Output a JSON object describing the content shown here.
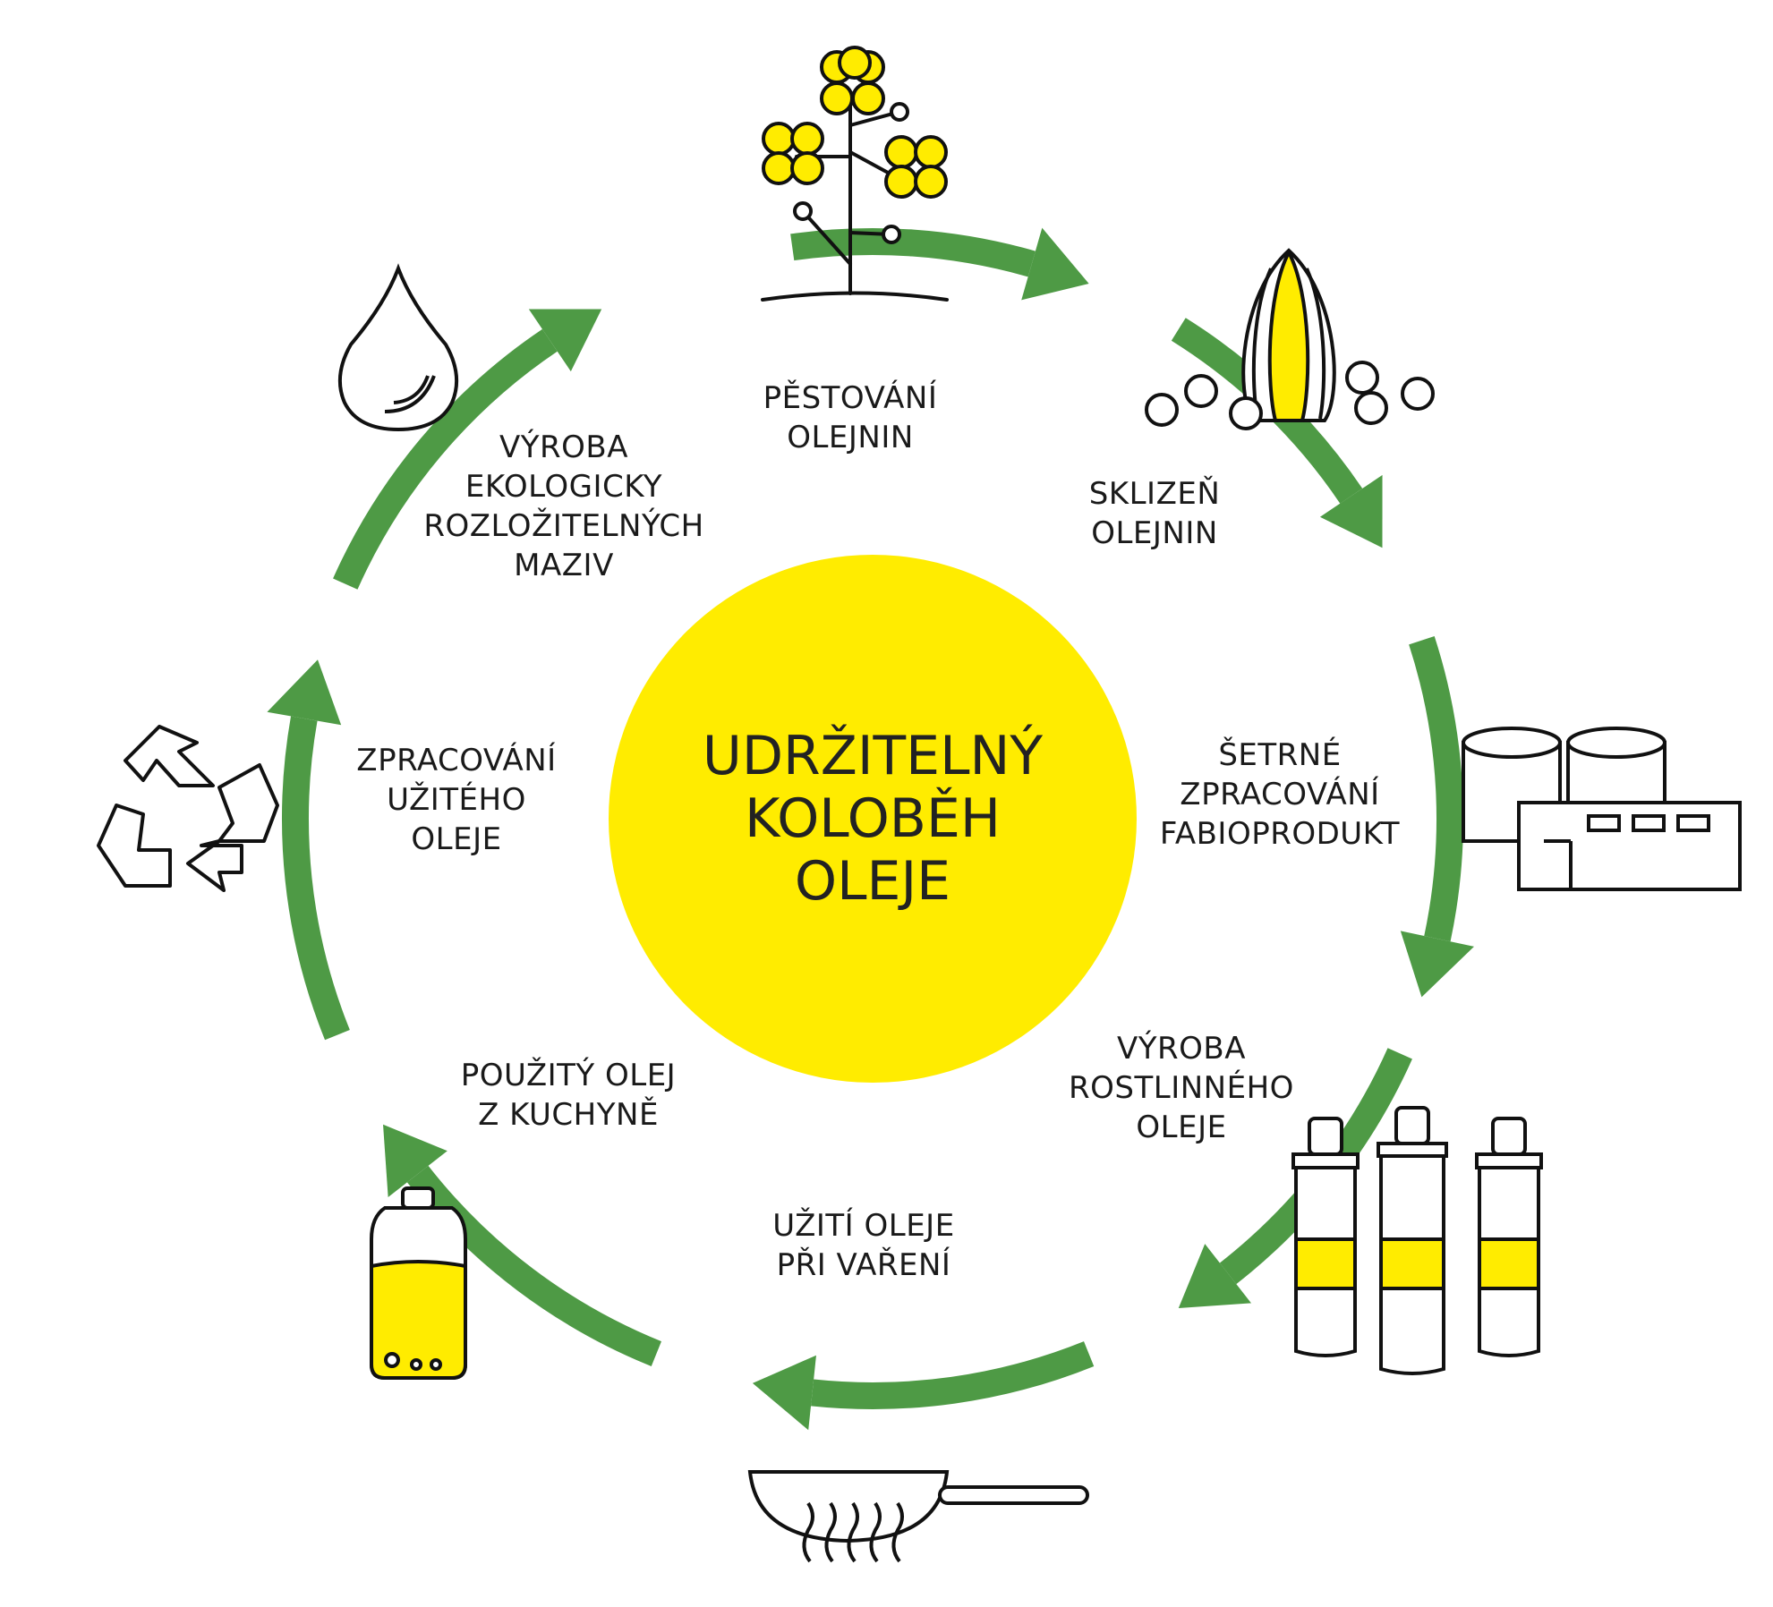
{
  "colors": {
    "arrow": "#4e9a45",
    "center_fill": "#ffec00",
    "icon_fill": "#ffec00",
    "outline": "#111111"
  },
  "center": {
    "lines": [
      "UDRŽITELNÝ",
      "KOLOBĚH",
      "OLEJE"
    ]
  },
  "stages": [
    {
      "id": "pestovani",
      "lines": [
        "PĚSTOVÁNÍ",
        "OLEJNIN"
      ],
      "icon": "rapeseed-plant-icon"
    },
    {
      "id": "sklizen",
      "lines": [
        "SKLIZEŇ",
        "OLEJNIN"
      ],
      "icon": "seed-pod-icon"
    },
    {
      "id": "zpracovani",
      "lines": [
        "ŠETRNÉ",
        "ZPRACOVÁNÍ",
        "FABIOPRODUKT"
      ],
      "icon": "factory-icon"
    },
    {
      "id": "vyroba-oleje",
      "lines": [
        "VÝROBA",
        "ROSTLINNÉHO",
        "OLEJE"
      ],
      "icon": "oil-bottles-icon"
    },
    {
      "id": "vareni",
      "lines": [
        "UŽITÍ OLEJE",
        "PŘI VAŘENÍ"
      ],
      "icon": "frying-pan-icon"
    },
    {
      "id": "pouzity",
      "lines": [
        "POUŽITÝ OLEJ",
        "Z KUCHYNĚ"
      ],
      "icon": "used-oil-bottle-icon"
    },
    {
      "id": "zpracovani-uziteho",
      "lines": [
        "ZPRACOVÁNÍ",
        "UŽITÉHO",
        "OLEJE"
      ],
      "icon": "recycle-icon"
    },
    {
      "id": "maziva",
      "lines": [
        "VÝROBA",
        "EKOLOGICKY",
        "ROZLOŽITELNÝCH",
        "MAZIV"
      ],
      "icon": "oil-drop-icon"
    }
  ]
}
